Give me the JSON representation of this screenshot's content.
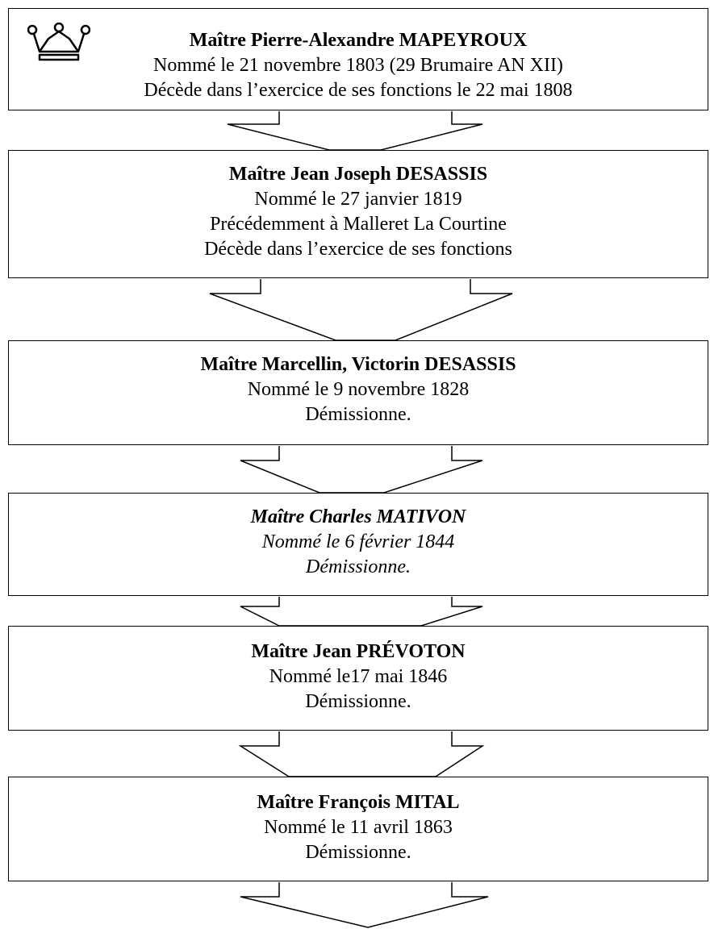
{
  "notaries": [
    {
      "lines": [
        "Maître Pierre-Alexandre MAPEYROUX",
        "Nommé le 21 novembre 1803 (29 Brumaire AN XII)",
        "Décède dans l’exercice de ses fonctions le 22 mai 1808"
      ],
      "icon": "crown-icon"
    },
    {
      "lines": [
        "Maître Jean Joseph DESASSIS",
        "Nommé le 27 janvier 1819",
        "Précédemment à Malleret La Courtine",
        "Décède dans l’exercice de ses fonctions"
      ]
    },
    {
      "lines": [
        "Maître Marcellin, Victorin DESASSIS",
        "Nommé le 9 novembre 1828",
        "Démissionne."
      ]
    },
    {
      "lines": [
        "Maître Charles MATIVON",
        "Nommé le 6 février 1844",
        "Démissionne."
      ],
      "italic": true
    },
    {
      "lines": [
        "Maître Jean PRÉVOTON",
        "Nommé le17 mai 1846",
        "Démissionne."
      ]
    },
    {
      "lines": [
        "Maître François MITAL",
        "Nommé le 11 avril 1863",
        "Démissionne."
      ]
    }
  ]
}
